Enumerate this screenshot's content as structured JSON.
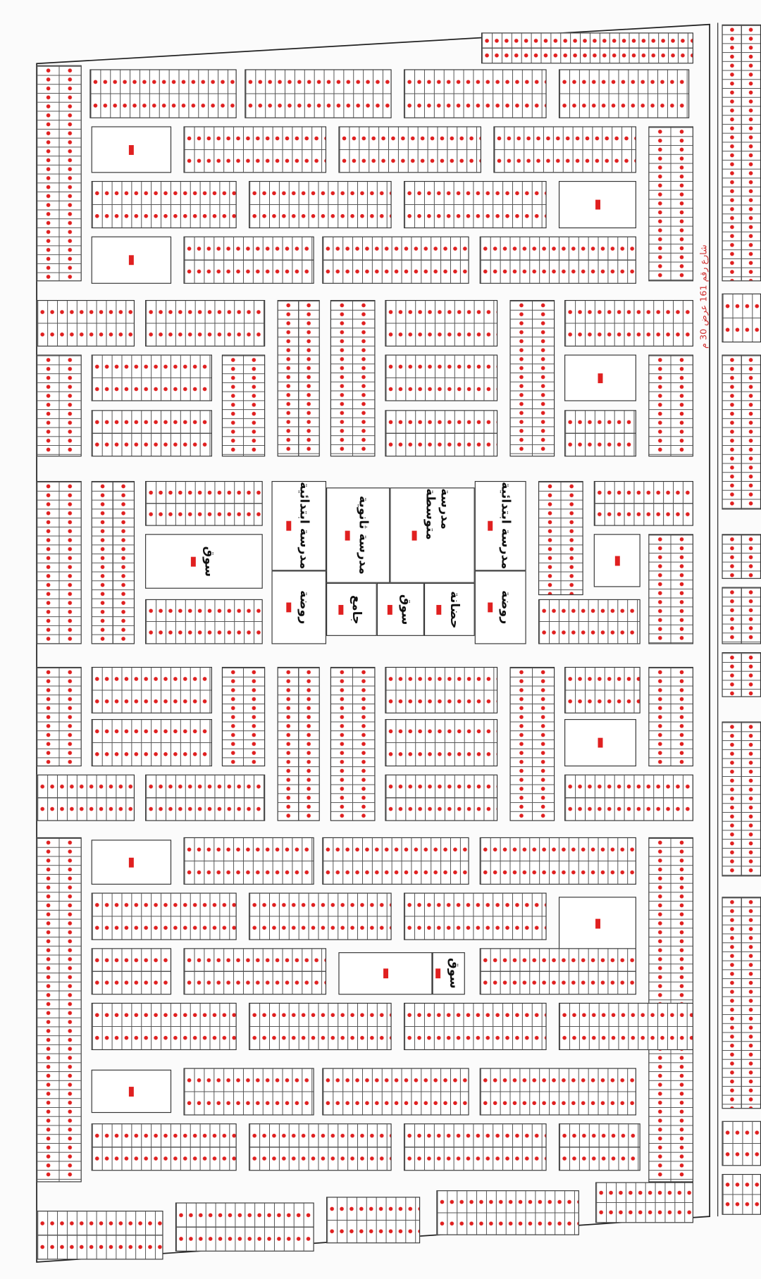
{
  "street_label": "شارع رقم 161 عرض 30 م",
  "facilities": {
    "school_primary": "مدرسة ابتدائية",
    "school_secondary": "مدرسة ثانوية",
    "school_intermediate": "مدرسة متوسطة",
    "school_primary_2": "مدرسة ابتدائية",
    "kindergarten": "روضة",
    "kindergarten_2": "روضة",
    "mosque": "جامع",
    "market": "سوق",
    "nursery": "حضانة",
    "market_west": "سوق",
    "market_south": "سوق"
  },
  "colors": {
    "plot_mark": "#e02020",
    "line": "#333333",
    "street_text": "#d03030"
  }
}
